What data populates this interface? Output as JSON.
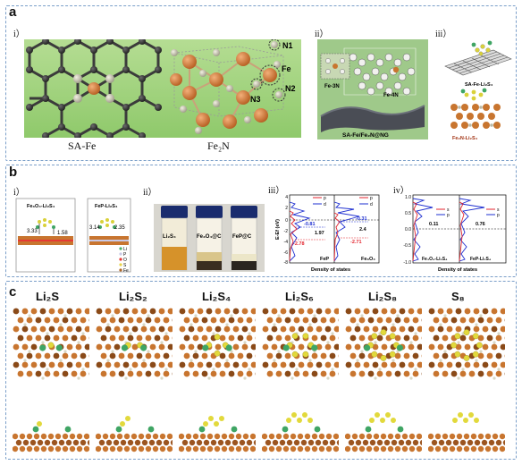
{
  "panel_a": {
    "label": "a",
    "sub_i": "i）",
    "sub_ii": "ii）",
    "sub_iii": "iii）",
    "cap_safe": "SA-Fe",
    "cap_fe2n": "Fe₂N",
    "n1": "N1",
    "n2": "N2",
    "n3": "N3",
    "fe": "Fe",
    "fe3n": "Fe-3N",
    "fe4n": "Fe-4N",
    "sa_fe_ng": "SA-Fe/Fe₂N@NG",
    "sa_fe_li2s4": "SA-Fe-Li₂S₄",
    "fe2n_li2s4": "Fe₂N-Li₂S₄"
  },
  "panel_b": {
    "label": "b",
    "sub_i": "i）",
    "sub_ii": "ii）",
    "sub_iii": "iii）",
    "sub_iv": "iv）",
    "struct1_title": "Fe₃O₄-Li₂S₄",
    "struct2_title": "FeP-Li₂S₄",
    "d1": "3.33",
    "d2": "1.58",
    "d3": "3.14",
    "d4": "2.35",
    "legend": [
      "Li",
      "P",
      "O",
      "S",
      "Fe"
    ],
    "legend_colors": [
      "#4caf6a",
      "#c9c9e6",
      "#e53935",
      "#e8d44a",
      "#b06a2c"
    ],
    "vial1": "Li₂S₄",
    "vial2": "Fe₃O₄@C",
    "vial3": "FeP@C",
    "dos_ylabel": "E-Ef (eV)",
    "dos_xlabel": "Density of states",
    "dos_left_label": "FeP",
    "dos_right_label": "Fe₃O₄",
    "dos_vals": {
      "a": "-0.81",
      "b": "1.97",
      "c": "-2.78",
      "d": "-0.31",
      "e": "2.4",
      "f": "-2.71"
    },
    "dos_legend": [
      "p",
      "d"
    ],
    "dos_yticks": [
      "4",
      "2",
      "0",
      "-2",
      "-4",
      "-6",
      "-8"
    ],
    "dos2_xlabel": "Density of states",
    "dos2_left_label": "Fe₃O₄-Li₂S₄",
    "dos2_right_label": "FeP-Li₂S₄",
    "dos2_vals": {
      "a": "0.11",
      "b": "0.76"
    },
    "dos2_legend": [
      "s",
      "p"
    ],
    "dos2_yticks": [
      "1.0",
      "0.5",
      "0.0",
      "-0.5",
      "-1.0"
    ]
  },
  "panel_c": {
    "label": "c",
    "species": [
      "Li₂S",
      "Li₂S₂",
      "Li₂S₄",
      "Li₂S₆",
      "Li₂S₈",
      "S₈"
    ]
  },
  "colors": {
    "frame": "#7b9fc9",
    "fe": "#c8752f",
    "s": "#d9d13a",
    "li": "#3fa564",
    "n": "#b9b9a6"
  }
}
